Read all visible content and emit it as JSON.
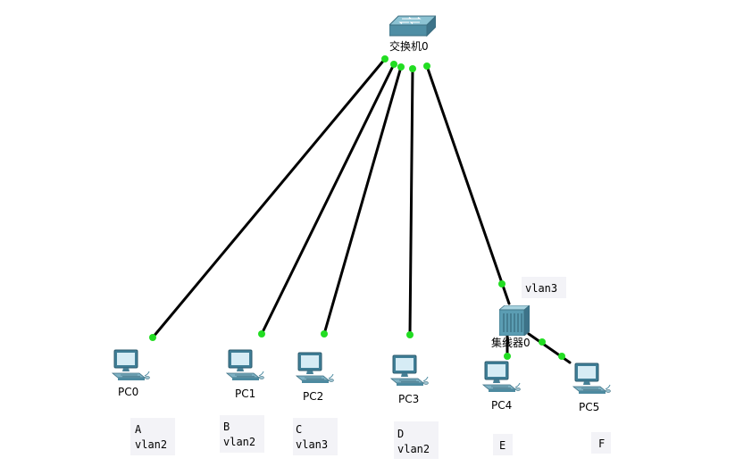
{
  "devices": {
    "switch": {
      "label": "交换机0",
      "icon": "network-switch-icon"
    },
    "hub": {
      "label": "集线器0",
      "icon": "network-hub-icon"
    },
    "pcs": [
      {
        "label": "PC0",
        "icon": "desktop-pc-icon"
      },
      {
        "label": "PC1",
        "icon": "desktop-pc-icon"
      },
      {
        "label": "PC2",
        "icon": "desktop-pc-icon"
      },
      {
        "label": "PC3",
        "icon": "desktop-pc-icon"
      },
      {
        "label": "PC4",
        "icon": "desktop-pc-icon"
      },
      {
        "label": "PC5",
        "icon": "desktop-pc-icon"
      }
    ]
  },
  "notes": [
    {
      "line1": "A",
      "line2": "vlan2"
    },
    {
      "line1": "B",
      "line2": "vlan2"
    },
    {
      "line1": "C",
      "line2": "vlan3"
    },
    {
      "line1": "D",
      "line2": "vlan2"
    },
    {
      "line1": "E",
      "line2": ""
    },
    {
      "line1": "F",
      "line2": ""
    }
  ],
  "hub_note": "vlan3",
  "colors": {
    "link": "#000000",
    "port_up": "#22dd22",
    "device_body": "#5aa0b8",
    "screen": "#cfe8f2",
    "note_bg": "#f3f3f7"
  }
}
